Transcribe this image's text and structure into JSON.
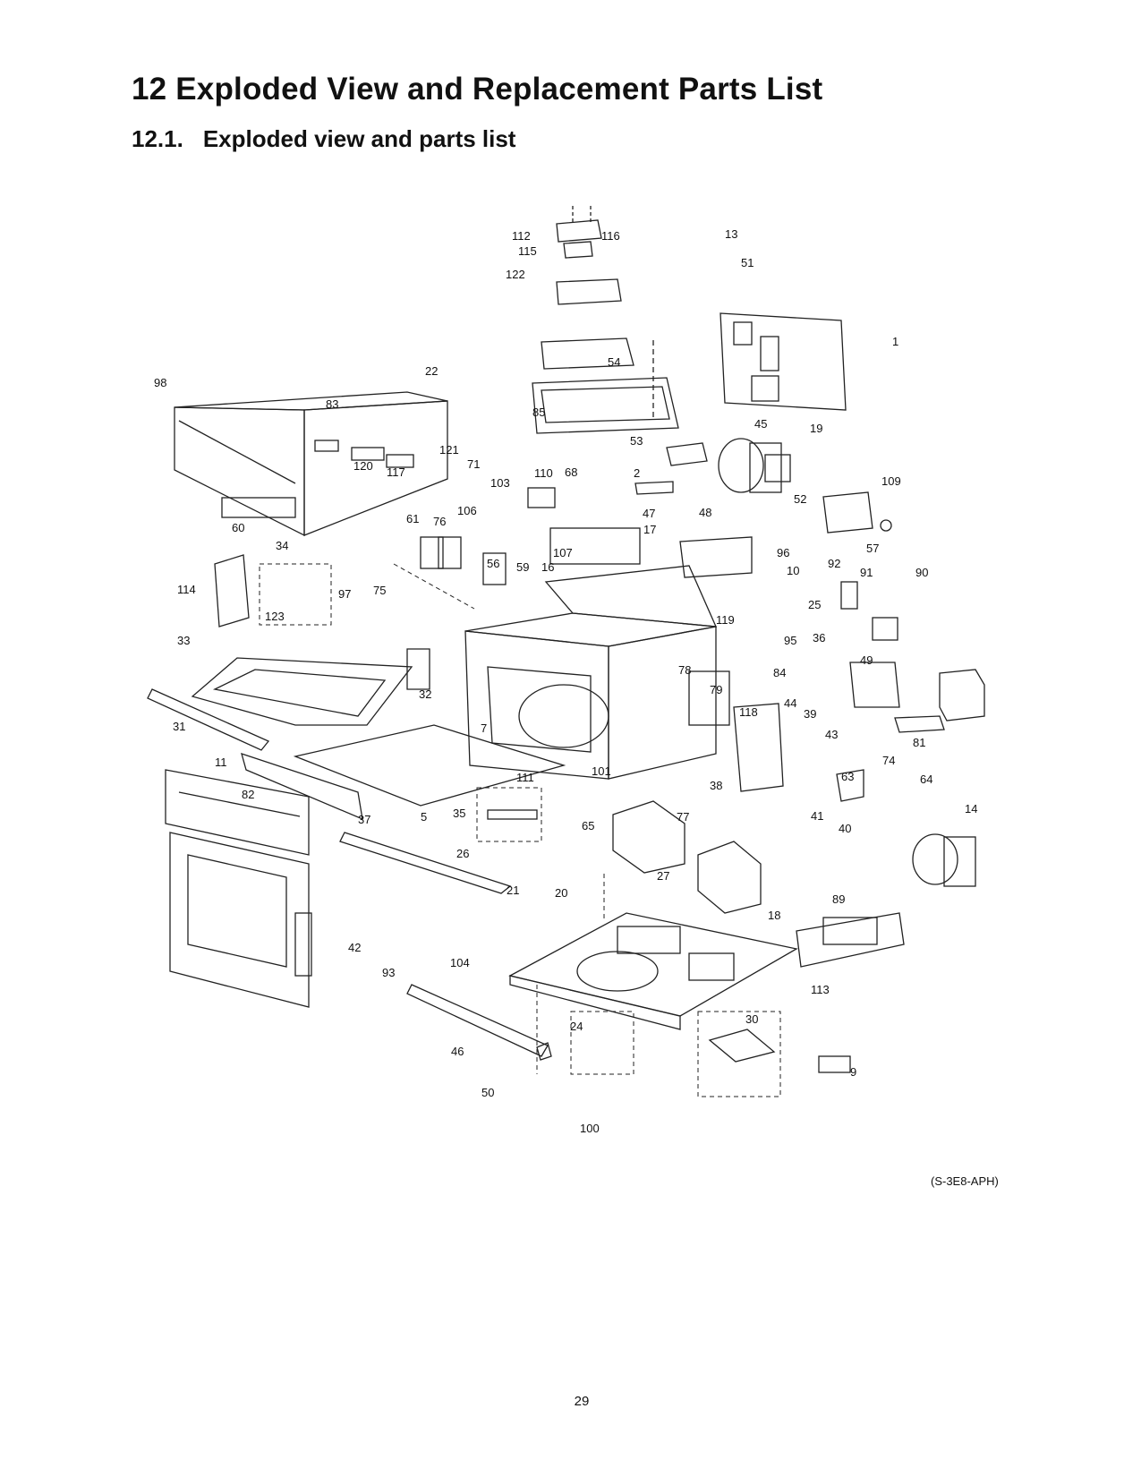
{
  "header": {
    "chapter_title": "12 Exploded View and Replacement Parts List",
    "section_number": "12.1.",
    "section_title": "Exploded view and parts list"
  },
  "diagram": {
    "part_numbers": [
      "1",
      "2",
      "5",
      "7",
      "9",
      "10",
      "11",
      "13",
      "14",
      "16",
      "17",
      "18",
      "19",
      "20",
      "21",
      "22",
      "24",
      "25",
      "26",
      "27",
      "30",
      "31",
      "32",
      "33",
      "34",
      "35",
      "36",
      "37",
      "38",
      "39",
      "40",
      "41",
      "42",
      "43",
      "44",
      "45",
      "46",
      "47",
      "48",
      "49",
      "50",
      "51",
      "52",
      "53",
      "54",
      "56",
      "57",
      "59",
      "60",
      "61",
      "63",
      "64",
      "65",
      "68",
      "71",
      "74",
      "75",
      "76",
      "77",
      "78",
      "79",
      "81",
      "82",
      "83",
      "84",
      "85",
      "89",
      "90",
      "91",
      "92",
      "93",
      "95",
      "96",
      "97",
      "98",
      "100",
      "101",
      "103",
      "104",
      "106",
      "107",
      "109",
      "110",
      "111",
      "112",
      "113",
      "114",
      "115",
      "116",
      "117",
      "118",
      "119",
      "120",
      "121",
      "122",
      "123"
    ],
    "drawing_code": "(S-3E8-APH)"
  },
  "footer": {
    "page_number": "29"
  }
}
